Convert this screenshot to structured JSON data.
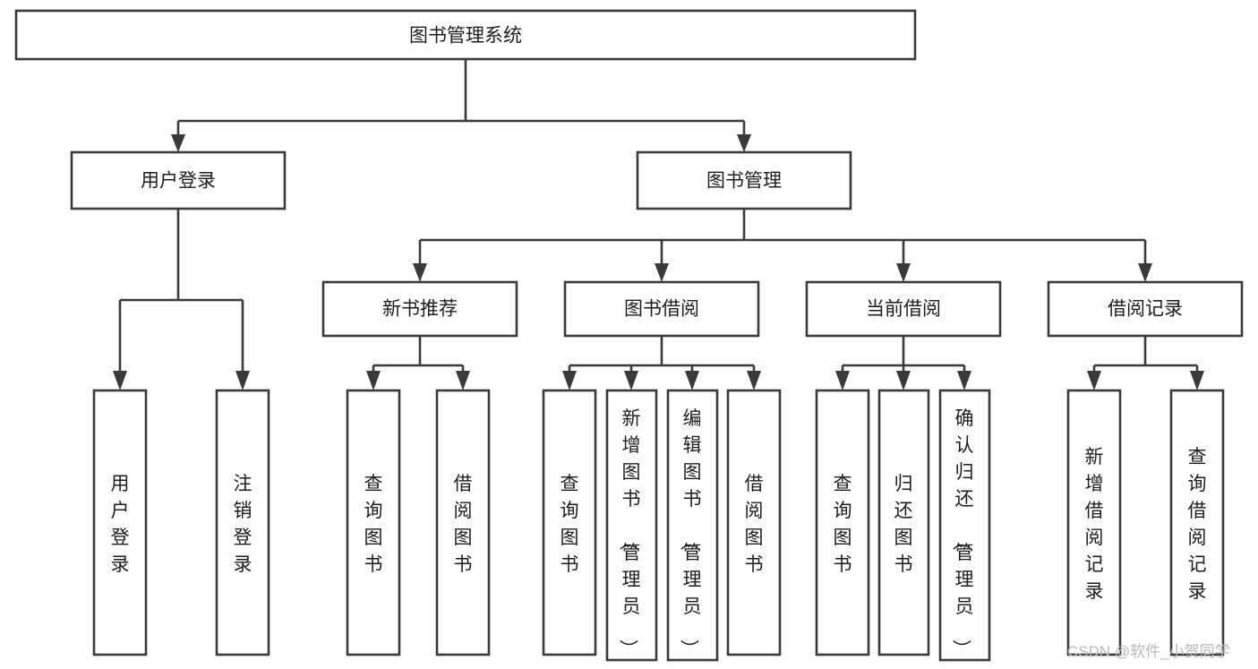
{
  "diagram": {
    "type": "hierarchy-tree",
    "title": "图书管理系统",
    "orientation": "top-down",
    "levels": 4,
    "root": {
      "id": "root",
      "label": "图书管理系统",
      "text_orientation": "horizontal"
    },
    "level2": [
      {
        "id": "user-login",
        "label": "用户登录",
        "text_orientation": "horizontal"
      },
      {
        "id": "book-management",
        "label": "图书管理",
        "text_orientation": "horizontal"
      }
    ],
    "level3": [
      {
        "id": "new-book-recommend",
        "label": "新书推荐",
        "parent": "book-management",
        "text_orientation": "horizontal"
      },
      {
        "id": "book-borrow",
        "label": "图书借阅",
        "parent": "book-management",
        "text_orientation": "horizontal"
      },
      {
        "id": "current-borrow",
        "label": "当前借阅",
        "parent": "book-management",
        "text_orientation": "horizontal"
      },
      {
        "id": "borrow-record",
        "label": "借阅记录",
        "parent": "book-management",
        "text_orientation": "horizontal"
      }
    ],
    "leaves": [
      {
        "id": "leaf-user-login",
        "label": "用户登录",
        "parent": "user-login",
        "text_orientation": "vertical"
      },
      {
        "id": "leaf-logout-login",
        "label": "注销登录",
        "parent": "user-login",
        "text_orientation": "vertical"
      },
      {
        "id": "leaf-query-book-recommend",
        "label": "查询图书",
        "parent": "new-book-recommend",
        "text_orientation": "vertical"
      },
      {
        "id": "leaf-borrow-book-recommend",
        "label": "借阅图书",
        "parent": "new-book-recommend",
        "text_orientation": "vertical"
      },
      {
        "id": "leaf-query-book-borrow",
        "label": "查询图书",
        "parent": "book-borrow",
        "text_orientation": "vertical"
      },
      {
        "id": "leaf-add-book-admin",
        "label": "新增图书（管理员）",
        "parent": "book-borrow",
        "text_orientation": "vertical"
      },
      {
        "id": "leaf-edit-book-admin",
        "label": "编辑图书（管理员）",
        "parent": "book-borrow",
        "text_orientation": "vertical"
      },
      {
        "id": "leaf-borrow-book",
        "label": "借阅图书",
        "parent": "book-borrow",
        "text_orientation": "vertical"
      },
      {
        "id": "leaf-query-book-current",
        "label": "查询图书",
        "parent": "current-borrow",
        "text_orientation": "vertical"
      },
      {
        "id": "leaf-return-book",
        "label": "归还图书",
        "parent": "current-borrow",
        "text_orientation": "vertical"
      },
      {
        "id": "leaf-confirm-return-admin",
        "label": "确认归还（管理员）",
        "parent": "current-borrow",
        "text_orientation": "vertical"
      },
      {
        "id": "leaf-add-borrow-record",
        "label": "新增借阅记录",
        "parent": "borrow-record",
        "text_orientation": "vertical"
      },
      {
        "id": "leaf-query-borrow-record",
        "label": "查询借阅记录",
        "parent": "borrow-record",
        "text_orientation": "vertical"
      }
    ],
    "colors": {
      "box_stroke": "#3a3a3a",
      "box_fill": "#ffffff",
      "text": "#1d1d1d",
      "connector": "#3a3a3a",
      "background": "#ffffff",
      "watermark": "#b9b9b9"
    }
  },
  "watermark": {
    "text": "CSDN @软件_小贺同学"
  }
}
